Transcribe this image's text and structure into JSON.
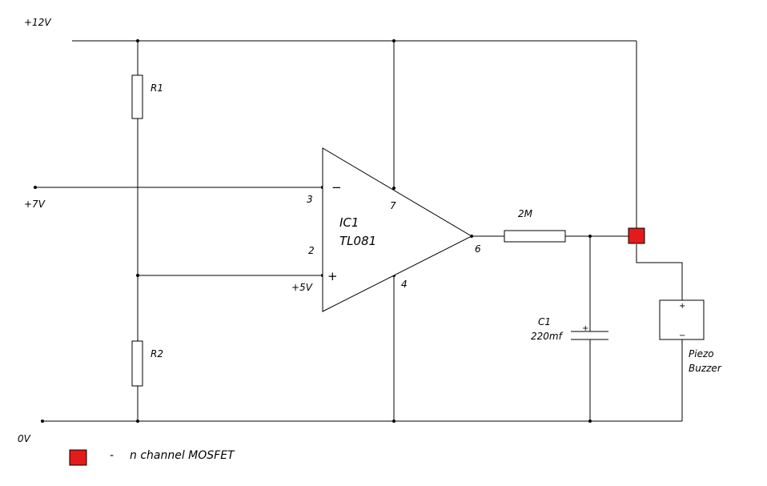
{
  "rails": {
    "positive": "+12V",
    "ground": "0V"
  },
  "inputs": {
    "reference_voltage": "+7V",
    "divider_voltage": "+5V"
  },
  "opamp": {
    "name": "IC1",
    "part": "TL081",
    "pins": {
      "inverting": "3",
      "noninverting": "2",
      "power": "7",
      "ground": "4",
      "output": "6"
    },
    "inverting_symbol": "−",
    "noninverting_symbol": "+"
  },
  "resistors": {
    "r1": "R1",
    "r2": "R2",
    "series": "2M"
  },
  "capacitor": {
    "name": "C1",
    "value": "220mf",
    "polarity": "+"
  },
  "buzzer": {
    "line1": "Piezo",
    "line2": "Buzzer",
    "plus": "+",
    "minus": "−"
  },
  "legend": {
    "dash": "-",
    "text": "n channel MOSFET"
  },
  "colors": {
    "mosfet": "#e31b1b",
    "wire": "#000000",
    "background": "#ffffff"
  }
}
